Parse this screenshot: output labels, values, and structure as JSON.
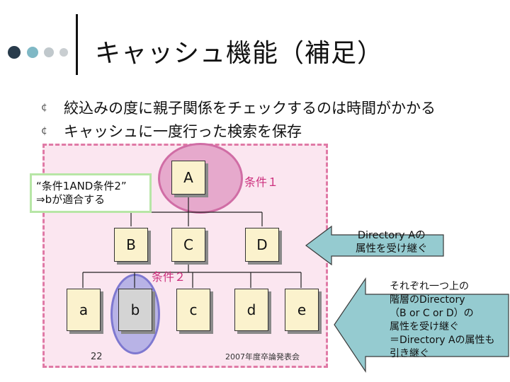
{
  "slide": {
    "title": "キャッシュ機能（補足）",
    "bullets": [
      "絞込みの度に親子関係をチェックするのは時間がかかる",
      "キャッシュに一度行った検索を保存"
    ]
  },
  "diagram": {
    "condition_box": {
      "line1": "“条件1AND条件2”",
      "line2": "⇒bが適合する"
    },
    "condition1_label": "条件１",
    "condition2_label": "条件２",
    "nodes": {
      "A": "A",
      "B": "B",
      "C": "C",
      "D": "D",
      "a": "a",
      "b": "b",
      "c": "c",
      "d": "d",
      "e": "e"
    },
    "callout_top": [
      "Directory Aの",
      "属性を受け継ぐ"
    ],
    "callout_bottom": [
      "それぞれ一つ上の",
      "階層のDirectory",
      "（B or C or D）の",
      "属性を受け継ぐ",
      "＝Directory Aの属性も",
      "引き継ぐ"
    ]
  },
  "footer": {
    "page_number": "22",
    "event": "2007年度卒論発表会"
  },
  "colors": {
    "region_fill": "#fbe6f0",
    "region_border": "#e07aa6",
    "ellipse_a": "#e6a9cc",
    "ellipse_b": "#b8b3e6",
    "condition_box_border": "#b7e6a6",
    "arrow_fill": "#95cbd0",
    "document_fill": "#fbf2cd",
    "condition_label_color": "#cc2f7d"
  }
}
